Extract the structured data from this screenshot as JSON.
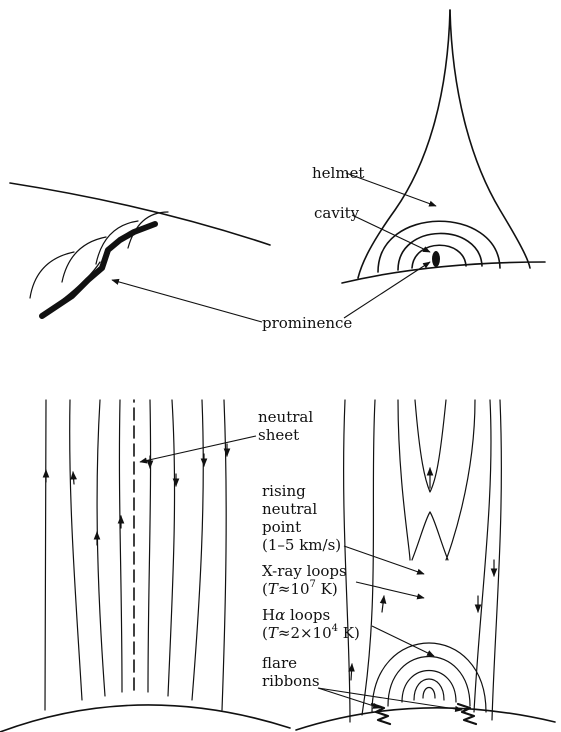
{
  "labels": {
    "helmet": "helmet",
    "cavity": "cavity",
    "prominence": "prominence",
    "neutral_sheet_line1": "neutral",
    "neutral_sheet_line2": "sheet",
    "rising_line1": "rising",
    "rising_line2": "neutral",
    "rising_line3": "point",
    "rising_speed": "(1–5 km/s)",
    "xray_title": "X-ray loops",
    "xray_temp_open": "(",
    "xray_temp_T": "T",
    "xray_temp_approx": "≈10",
    "xray_temp_exp": "7",
    "xray_temp_unit": " K)",
    "halpha_H": "H",
    "halpha_alpha": "α",
    "halpha_loops": " loops",
    "halpha_temp_open": "(",
    "halpha_temp_T": "T",
    "halpha_temp_approx": "≈2×10",
    "halpha_temp_exp": "4",
    "halpha_temp_unit": " K)",
    "flare_line1": "flare",
    "flare_line2": "ribbons"
  }
}
